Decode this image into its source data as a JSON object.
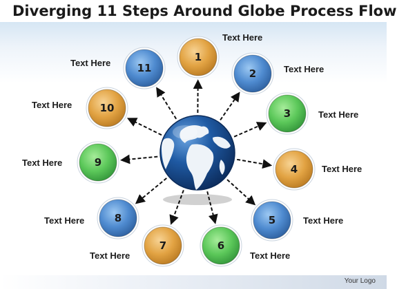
{
  "title": "Diverging 11 Steps Around Globe Process Flow",
  "logo_text": "Your Logo",
  "colors": {
    "blue": "#4f8bd0",
    "orange": "#e2a343",
    "green": "#5cc85a",
    "arrow": "#111111",
    "globe_ocean": "#1b4f93",
    "globe_land": "#eef3f8"
  },
  "center": {
    "icon": "globe-icon"
  },
  "steps": [
    {
      "number": "1",
      "label": "Text Here",
      "color": "orange"
    },
    {
      "number": "2",
      "label": "Text Here",
      "color": "blue"
    },
    {
      "number": "3",
      "label": "Text Here",
      "color": "green"
    },
    {
      "number": "4",
      "label": "Text Here",
      "color": "orange"
    },
    {
      "number": "5",
      "label": "Text Here",
      "color": "blue"
    },
    {
      "number": "6",
      "label": "Text Here",
      "color": "green"
    },
    {
      "number": "7",
      "label": "Text Here",
      "color": "orange"
    },
    {
      "number": "8",
      "label": "Text Here",
      "color": "blue"
    },
    {
      "number": "9",
      "label": "Text Here",
      "color": "green"
    },
    {
      "number": "10",
      "label": "Text Here",
      "color": "orange"
    },
    {
      "number": "11",
      "label": "Text Here",
      "color": "blue"
    }
  ]
}
